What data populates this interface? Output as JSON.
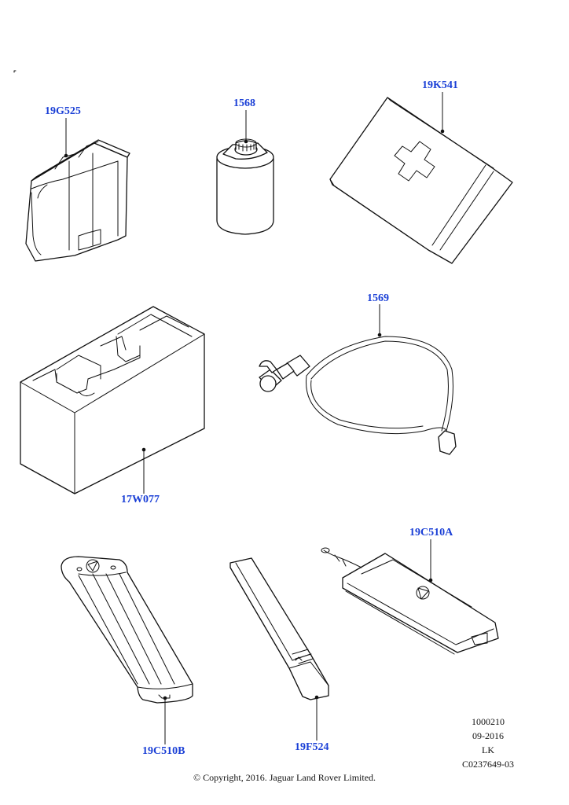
{
  "parts": [
    {
      "id": "p1",
      "code": "19G525"
    },
    {
      "id": "p2",
      "code": "1568"
    },
    {
      "id": "p3",
      "code": "19K541"
    },
    {
      "id": "p4",
      "code": "1569"
    },
    {
      "id": "p5",
      "code": "17W077"
    },
    {
      "id": "p6",
      "code": "19C510A"
    },
    {
      "id": "p7",
      "code": "19C510B"
    },
    {
      "id": "p8",
      "code": "19F524"
    }
  ],
  "reference": {
    "line1": "1000210",
    "line2": "09-2016",
    "line3": "LK",
    "line4": "C0237649-03"
  },
  "copyright": "© Copyright, 2016. Jaguar Land Rover Limited.",
  "colors": {
    "label": "#1a3fd6",
    "line": "#111111"
  }
}
